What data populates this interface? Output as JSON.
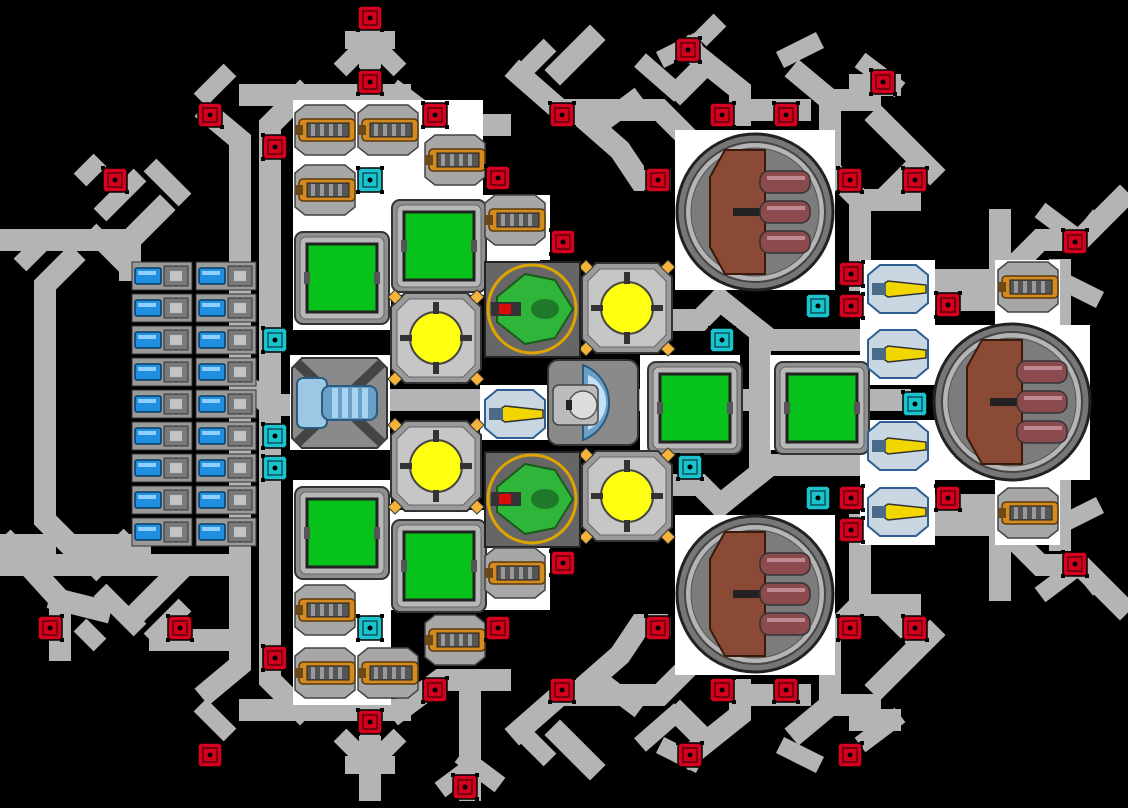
{
  "screen": {
    "background_color": "#000000",
    "corridor_color": "#b4b4b4",
    "floor_color": "#ffffff"
  },
  "palette": {
    "mount_red": "#d4001e",
    "mount_cyan": "#19c2cc",
    "reactor_yellow": "#ffff10",
    "panel_green": "#06c21a",
    "battery_blue": "#1f8fe0",
    "cannon_brass": "#d48a1e",
    "ship_green": "#2fb63a",
    "turret_hull": "#8a4a35",
    "missile_gold": "#f2d600"
  },
  "blocks": {
    "point_mount": "point-defense-mount",
    "shield_mount": "shield-mount",
    "reactor": "reactor",
    "armor_plate": "armor-plate",
    "autocannon": "autocannon",
    "battery": "battery",
    "heavy_turret": "heavy-turret",
    "missile_pod": "missile-pod",
    "drone_bay": "drone-bay",
    "engine": "engine",
    "command_pod": "command-pod"
  }
}
